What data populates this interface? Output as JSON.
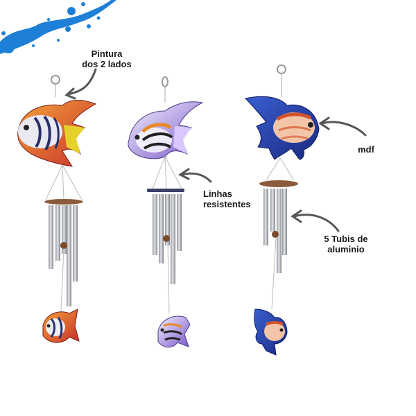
{
  "labels": {
    "pintura": [
      "Pintura",
      "dos 2 lados"
    ],
    "mdf": [
      "mdf"
    ],
    "linhas": [
      "Linhas",
      "resistentes"
    ],
    "tubis": [
      "5 Tubis de",
      "aluminio"
    ]
  },
  "chimes": [
    {
      "name": "chime-left",
      "fish": "red-orange angelfish with black stripes"
    },
    {
      "name": "chime-middle",
      "fish": "purple-white angelfish with orange stripes"
    },
    {
      "name": "chime-right",
      "fish": "blue angelfish with red-orange center"
    }
  ],
  "colors": {
    "splash": "#1e7fd6",
    "arrow": "#555555",
    "tube": "#b9bcc2",
    "wood_ring": "#8a5a3a"
  }
}
